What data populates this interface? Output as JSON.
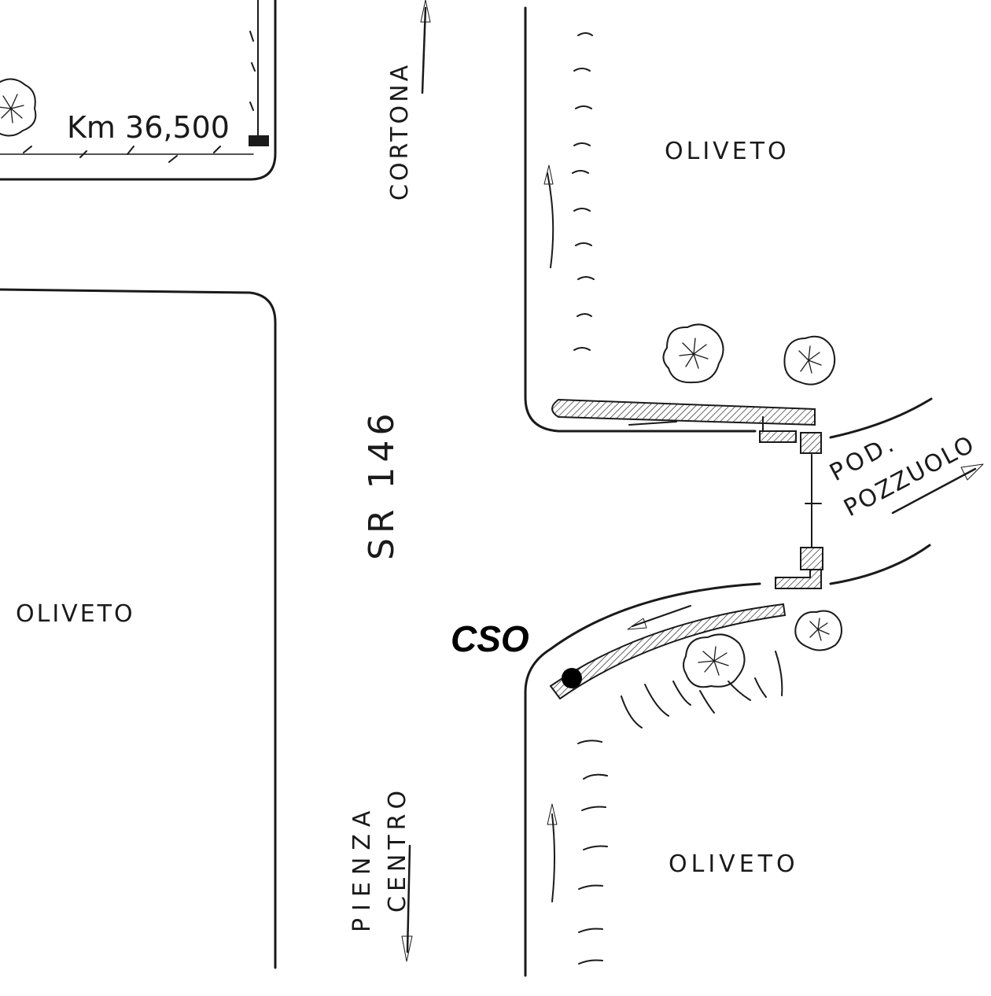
{
  "labels": {
    "km_marker": "Km 36,500",
    "road_north": "CORTONA",
    "road_main": "SR 146",
    "road_east_1": "POD.",
    "road_east_2": "POZZUOLO",
    "road_south_1": "PIENZA",
    "road_south_2": "CENTRO",
    "area_ne": "OLIVETO",
    "area_w": "OLIVETO",
    "area_se": "OLIVETO",
    "marker": "CSO"
  },
  "colors": {
    "ink": "#1a1a1a",
    "marker": "#000000",
    "background": "#ffffff"
  }
}
